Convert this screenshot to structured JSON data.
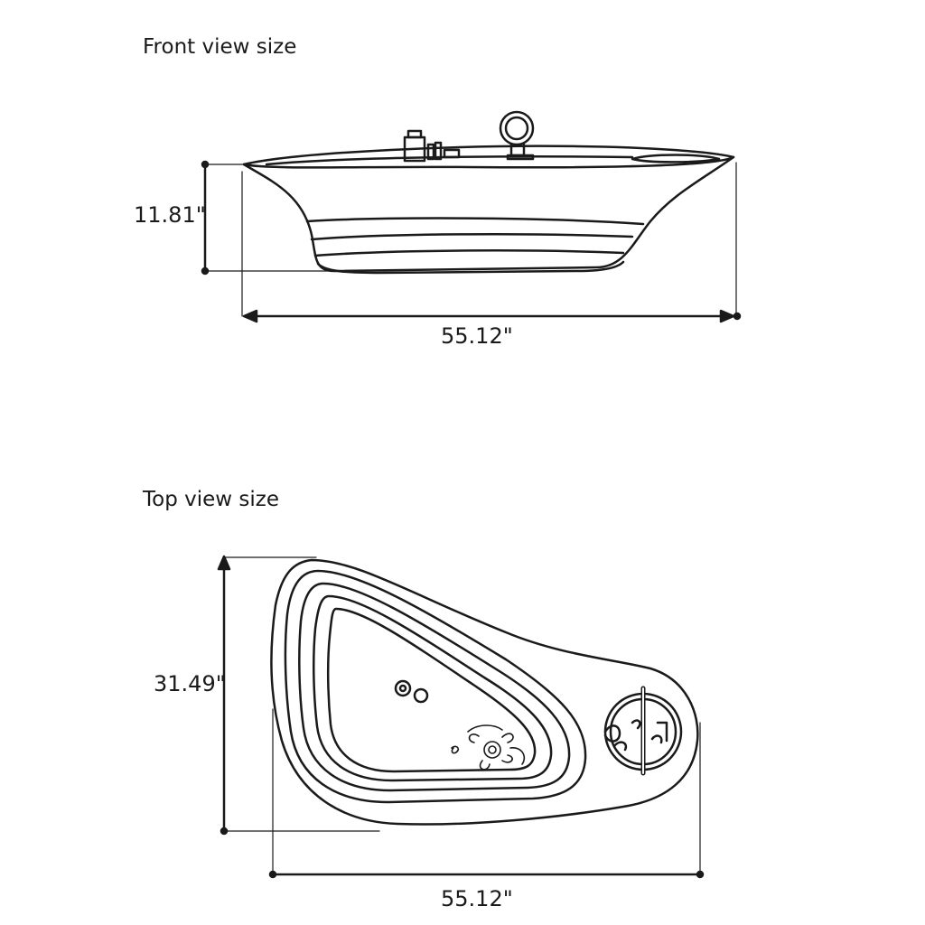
{
  "front_view": {
    "title": "Front view size",
    "height_label": "11.81\"",
    "width_label": "55.12\""
  },
  "top_view": {
    "title": "Top view size",
    "depth_label": "31.49\"",
    "width_label": "55.12\""
  },
  "colors": {
    "ink": "#1a1a1a",
    "background": "#ffffff"
  }
}
